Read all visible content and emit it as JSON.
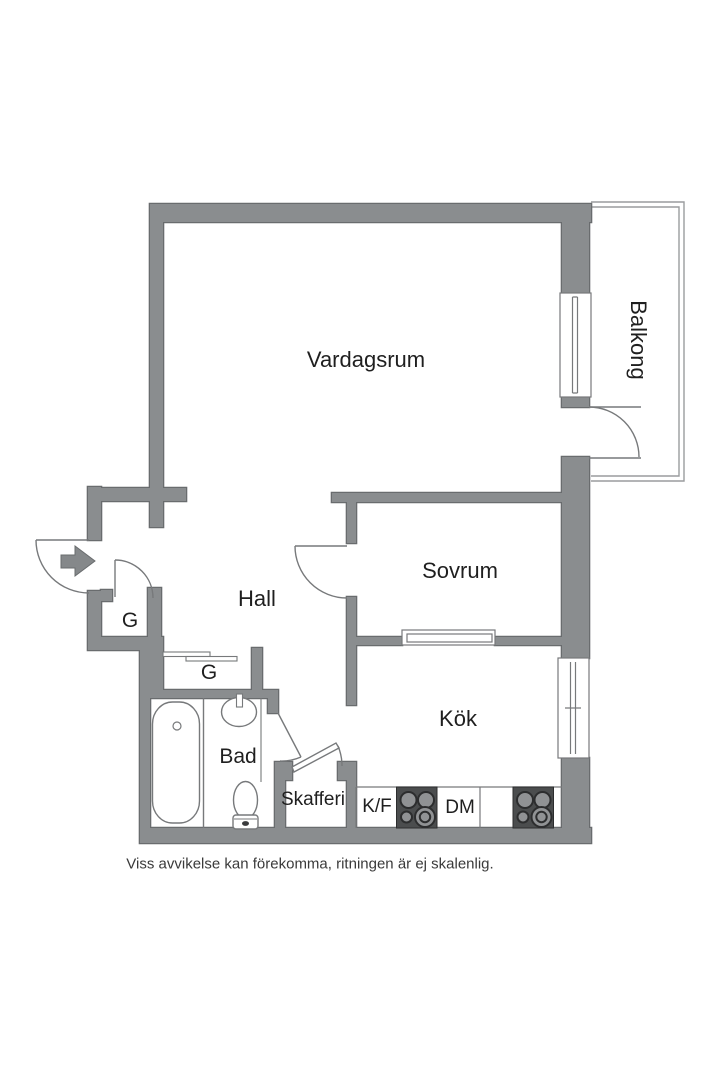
{
  "floorplan": {
    "labels": {
      "living_room": "Vardagsrum",
      "balcony": "Balkong",
      "bedroom": "Sovrum",
      "hall": "Hall",
      "kitchen": "Kök",
      "bathroom": "Bad",
      "pantry": "Skafferi",
      "wardrobe_1": "G",
      "wardrobe_2": "G",
      "fridge_freezer": "K/F",
      "dishwasher": "DM"
    },
    "disclaimer": "Viss avvikelse kan förekomma, ritningen är ej skalenlig.",
    "colors": {
      "wall": "#8a8d8f",
      "wall_outline": "#696c6e",
      "thin_line": "#77797b",
      "appliance_dark": "#4b4d4e",
      "label_text": "#1f1f1f",
      "disclaimer_text": "#3a3a3a",
      "background": "#ffffff"
    }
  }
}
